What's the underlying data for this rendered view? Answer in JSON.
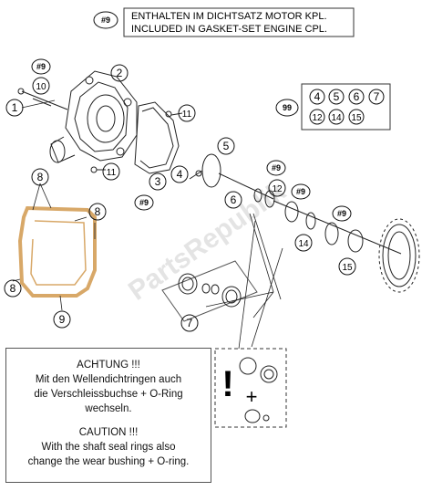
{
  "header_note": {
    "badge": "#9",
    "line1": "ENTHALTEN IM DICHTSATZ MOTOR KPL.",
    "line2": "INCLUDED IN GASKET-SET ENGINE CPL."
  },
  "kit_box": {
    "badge": "99",
    "row1": [
      "4",
      "5",
      "6",
      "7"
    ],
    "row2": [
      "12",
      "14",
      "15"
    ]
  },
  "callouts": {
    "c1": "1",
    "c2": "2",
    "c3": "3",
    "c4": "4",
    "c5": "5",
    "c6": "6",
    "c7": "7",
    "c8a": "8",
    "c8b": "8",
    "c8c": "8",
    "c9": "9",
    "c10": "10",
    "c11a": "11",
    "c11b": "11",
    "c12": "12",
    "c14": "14",
    "c15": "15",
    "s9a": "#9",
    "s9b": "#9",
    "s9c": "#9",
    "s9d": "#9",
    "s9e": "#9"
  },
  "warning_note": {
    "de_title": "ACHTUNG !!!",
    "de_line1": "Mit den Wellendichtringen auch",
    "de_line2": "die Verschleissbuchse + O-Ring",
    "de_line3": "wechseln.",
    "en_title": "CAUTION !!!",
    "en_line1": "With the shaft seal rings also",
    "en_line2": "change the wear bushing + O-ring."
  },
  "warning_box": {
    "mark": "!",
    "plus": "+"
  },
  "watermark": "PartsRepublik"
}
